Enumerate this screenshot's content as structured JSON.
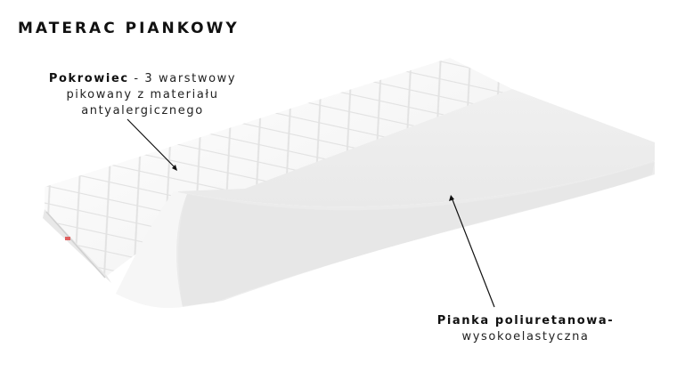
{
  "title": "MATERAC PIANKOWY",
  "annotations": {
    "cover": {
      "bold": "Pokrowiec",
      "rest_line1": " - 3 warstwowy",
      "line2": "pikowany z materiału",
      "line3": "antyalergicznego"
    },
    "foam": {
      "line1": "Pianka poliuretanowa-",
      "line2": "wysokoelastyczna"
    }
  },
  "colors": {
    "background": "#ffffff",
    "text": "#111111",
    "foam": "#eeeeee",
    "foam_shadow": "#e4e4e4",
    "cover": "#f7f7f7"
  }
}
